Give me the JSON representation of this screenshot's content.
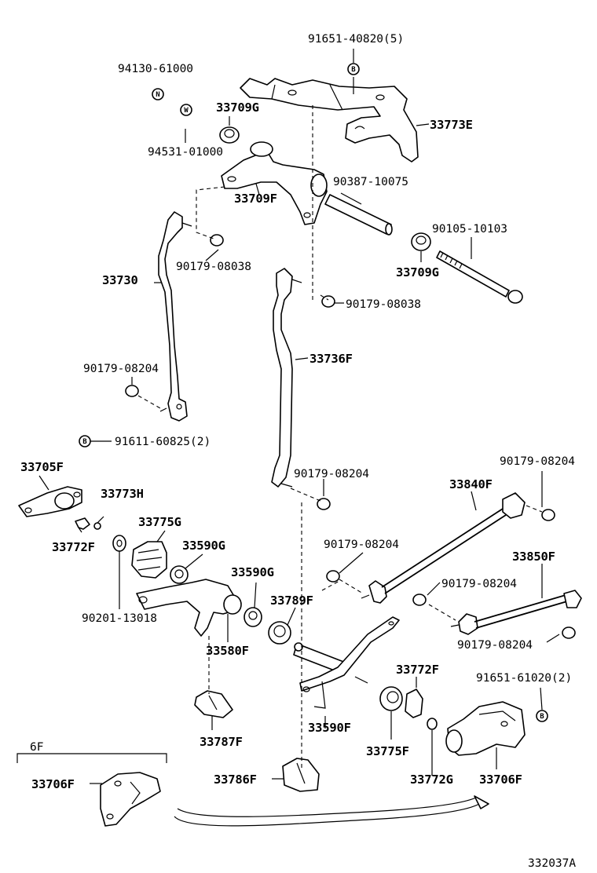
{
  "labels": {
    "p91651_40820": "91651-40820(5)",
    "p94130_61000": "94130-61000",
    "p33709g_a": "33709G",
    "p33773e": "33773E",
    "p94531_01000": "94531-01000",
    "p90387_10075": "90387-10075",
    "p33709f": "33709F",
    "p90105_10103": "90105-10103",
    "p90179_08038_a": "90179-08038",
    "p33709g_b": "33709G",
    "p33730": "33730",
    "p90179_08038_b": "90179-08038",
    "p33736f": "33736F",
    "p90179_08204_a": "90179-08204",
    "p91611_60825": "91611-60825(2)",
    "p33705f": "33705F",
    "p90179_08204_b": "90179-08204",
    "p90179_08204_c": "90179-08204",
    "p33840f": "33840F",
    "p33773h": "33773H",
    "p33775g_a": "33775G",
    "p33772f_a": "33772F",
    "p33590g_a": "33590G",
    "p90179_08204_d": "90179-08204",
    "p33850f": "33850F",
    "p33590g_b": "33590G",
    "p90179_08204_e": "90179-08204",
    "p33789f": "33789F",
    "p90201_13018": "90201-13018",
    "p33580f": "33580F",
    "p90179_08204_f": "90179-08204",
    "p33772f_b": "33772F",
    "p91651_61020": "91651-61020(2)",
    "p33590f": "33590F",
    "p33787f": "33787F",
    "p33775f": "33775F",
    "p6f": "6F",
    "p33706f_a": "33706F",
    "p33786f": "33786F",
    "p33772g": "33772G",
    "p33706f_b": "33706F",
    "figure_code": "332037A"
  },
  "markers": {
    "b": "B",
    "n": "N",
    "w": "W"
  }
}
